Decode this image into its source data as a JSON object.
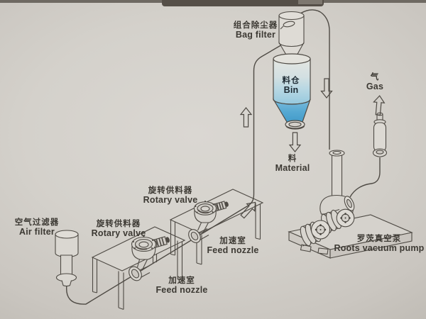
{
  "diagram": {
    "type": "vacuum pneumatic conveying system line drawing (photographed print)",
    "labels": {
      "bag_filter": {
        "zh": "组合除尘器",
        "en": "Bag filter"
      },
      "bin": {
        "zh": "料仓",
        "en": "Bin"
      },
      "material": {
        "zh": "料",
        "en": "Material"
      },
      "gas": {
        "zh": "气",
        "en": "Gas"
      },
      "rotary_valve_upper": {
        "zh": "旋转供料器",
        "en": "Rotary valve"
      },
      "rotary_valve_lower": {
        "zh": "旋转供料器",
        "en": "Rotary valve"
      },
      "feed_nozzle_right": {
        "zh": "加速室",
        "en": "Feed nozzle"
      },
      "feed_nozzle_left": {
        "zh": "加速室",
        "en": "Feed nozzle"
      },
      "air_filter": {
        "zh": "空气过滤器",
        "en": "Air filter"
      },
      "roots_vacuum_pump": {
        "zh": "罗茨真空泵",
        "en": "Roots vacuum pump"
      }
    },
    "icons": {
      "flow_arrow": "hollow outline arrow showing flow direction"
    },
    "colors": {
      "paper": "#d3d0ca",
      "line": "#4e4a44",
      "ink_text": "#3c3933",
      "bin_blue_light": "#b4d6e3",
      "bin_blue_dark": "#3e98c7",
      "photo_edge_dark": "#554f48"
    }
  }
}
